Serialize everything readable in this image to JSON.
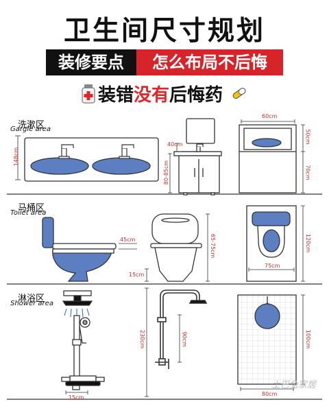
{
  "header": {
    "title": "卫生间尺寸规划",
    "banner_left": "装修要点",
    "banner_right": "怎么布局不后悔",
    "sub_pre": "装错",
    "sub_red": "没有",
    "sub_post": "后悔药"
  },
  "sections": {
    "gargle": {
      "cn": "洗漱区",
      "en": "Gargle  area"
    },
    "toilet": {
      "cn": "马桶区",
      "en": "Toilet  area"
    },
    "shower": {
      "cn": "淋浴区",
      "en": "Shower  area"
    }
  },
  "dims": {
    "basin_depth": "148cm",
    "mirror_gap": "40cm",
    "vanity_height": "80-85cm",
    "cabinet_width": "60cm",
    "cabinet_upper": "50cm",
    "cabinet_lower": "70cm",
    "toilet_seat": "45cm",
    "toilet_base": "15cm",
    "toilet_height": "65-75cm",
    "toilet_width": "75cm",
    "toilet_length": "120cm",
    "shower_width": "15cm",
    "shower_height": "230cm",
    "valve_height": "90cm",
    "shower_floor_width": "80cm",
    "shower_floor_length": "100cm"
  },
  "watermark": "土巴兔家居",
  "colors": {
    "accent_blue": "#5b7fc0",
    "dim_red": "#c0302a",
    "banner_red": "#d7242a"
  }
}
